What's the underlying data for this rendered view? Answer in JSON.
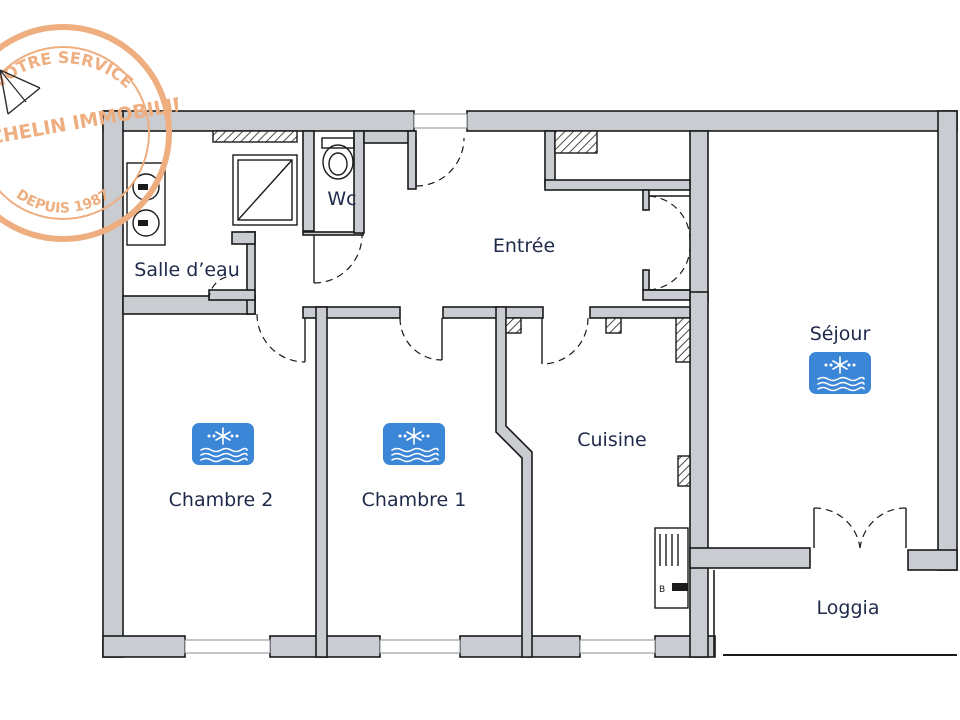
{
  "rooms": {
    "salle_deau": "Salle d’eau",
    "wc": "Wc",
    "entree": "Entrée",
    "sejour": "Séjour",
    "cuisine": "Cuisine",
    "chambre_2": "Chambre 2",
    "chambre_1": "Chambre 1",
    "loggia": "Loggia"
  },
  "stamp": {
    "top": "VOTRE SERVICE",
    "middle": "MICHELIN IMMOBILIER",
    "bottom": "DEPUIS 1987"
  },
  "icons": {
    "air_conditioning": "snowflake-icon",
    "count": 3
  },
  "colors": {
    "wall_fill": "#c9ccd1",
    "ac_badge": "#3c86d8",
    "label_text": "#1f2a4a",
    "stamp": "#eeae80"
  }
}
